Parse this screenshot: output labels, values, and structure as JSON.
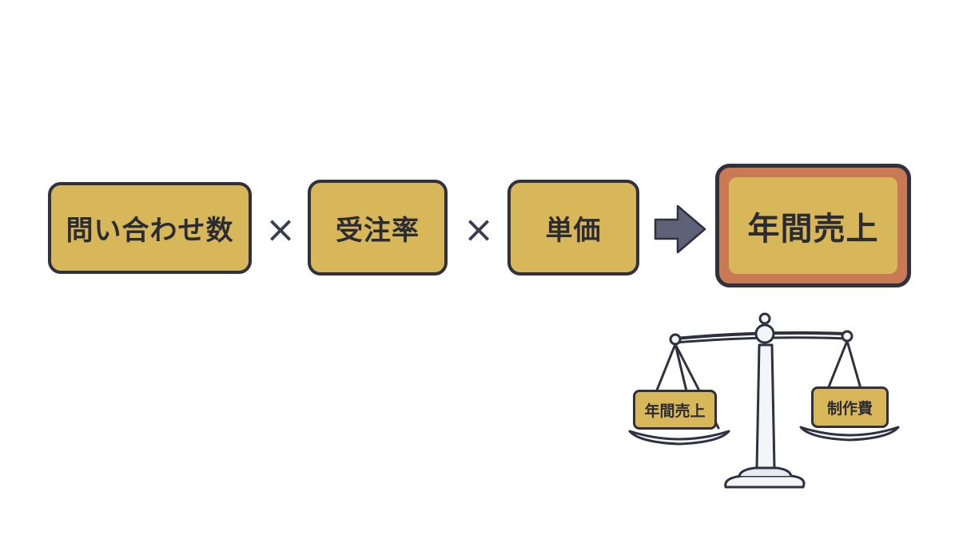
{
  "formula": {
    "terms": [
      "問い合わせ数",
      "受注率",
      "単価"
    ],
    "operators": [
      "×",
      "×"
    ],
    "result": "年間売上"
  },
  "scale": {
    "left_label": "年間売上",
    "right_label": "制作費"
  },
  "colors": {
    "box_fill": "#d7b75a",
    "result_border": "#c97a55",
    "outline": "#2f3140",
    "arrow": "#5f6178"
  }
}
